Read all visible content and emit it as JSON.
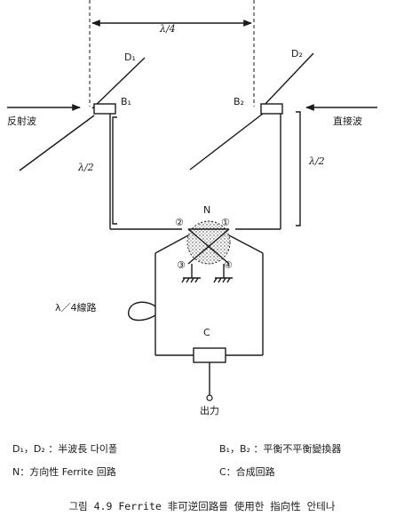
{
  "diagram": {
    "dim_top": "λ/4",
    "dipole1": "D₁",
    "dipole2": "D₂",
    "balun1": "B₁",
    "balun2": "B₂",
    "reflected_wave": "反射波",
    "direct_wave": "直接波",
    "dim_left": "λ/2",
    "dim_right": "λ/2",
    "network": "N",
    "port1": "①",
    "port2": "②",
    "port3": "③",
    "port4": "④",
    "quarter_line": "λ／4線路",
    "combiner": "C",
    "output": "出力"
  },
  "legend": {
    "l1": "D₁，D₂ ：半波長 다이폴",
    "l2": "B₁，B₂ ：平衡不平衡變換器",
    "l3": "N：方向性 Ferrite 回路",
    "l4": "C：合成回路"
  },
  "caption": "그림 4.9  Ferrite 非可逆回路를 使用한 指向性 안테나"
}
